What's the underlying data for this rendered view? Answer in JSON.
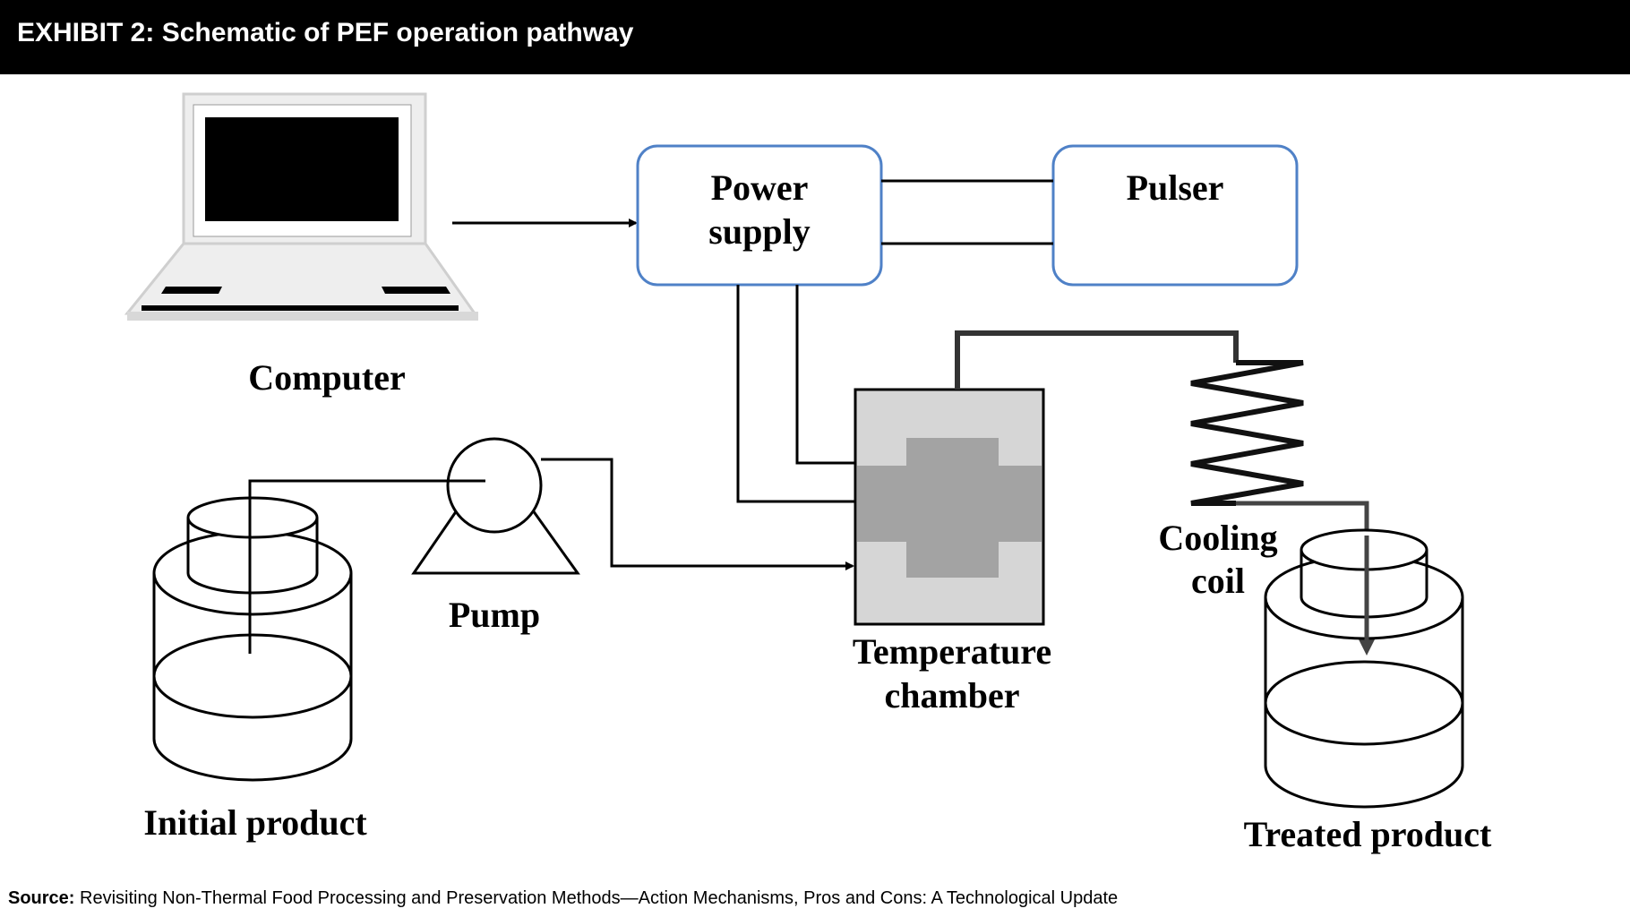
{
  "header": {
    "title": "EXHIBIT 2: Schematic of PEF operation pathway"
  },
  "components": {
    "computer": "Computer",
    "power_supply": [
      "Power",
      "supply"
    ],
    "pulser": "Pulser",
    "pump": "Pump",
    "temperature_chamber": [
      "Temperature",
      "chamber"
    ],
    "cooling_coil": [
      "Cooling",
      "coil"
    ],
    "initial_product": "Initial product",
    "treated_product": "Treated product"
  },
  "footer": {
    "source_label": "Source:",
    "source_text": "Revisiting Non-Thermal Food Processing and Preservation Methods—Action Mechanisms, Pros and Cons: A Technological Update"
  },
  "colors": {
    "box_border": "#4f81c7",
    "chamber_light": "#d6d6d6",
    "chamber_dark": "#a3a3a3",
    "header_bg": "#000000"
  }
}
